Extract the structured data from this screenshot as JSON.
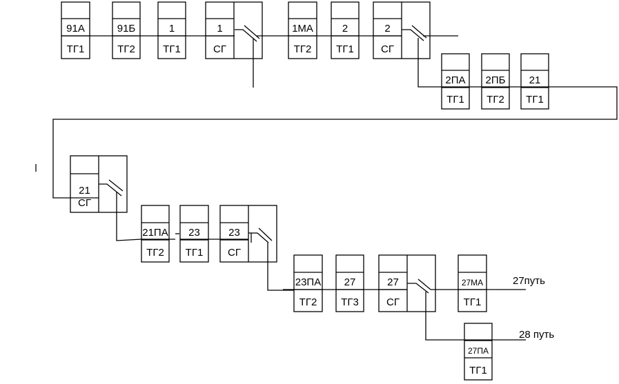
{
  "boxes": [
    {
      "num": "91А",
      "type": "ТГ1"
    },
    {
      "num": "91Б",
      "type": "ТГ2"
    },
    {
      "num": "1",
      "type": "ТГ1"
    },
    {
      "num": "1",
      "type": "СГ"
    },
    {
      "num": "1МА",
      "type": "ТГ2"
    },
    {
      "num": "2",
      "type": "ТГ1"
    },
    {
      "num": "2",
      "type": "СГ"
    },
    {
      "num": "2ПА",
      "type": "ТГ1"
    },
    {
      "num": "2ПБ",
      "type": "ТГ2"
    },
    {
      "num": "21",
      "type": "ТГ1"
    },
    {
      "num": "21",
      "type": "СГ"
    },
    {
      "num": "21ПА",
      "type": "ТГ2"
    },
    {
      "num": "23",
      "type": "ТГ1"
    },
    {
      "num": "23",
      "type": "СГ"
    },
    {
      "num": "23ПА",
      "type": "ТГ2"
    },
    {
      "num": "27",
      "type": "ТГ3"
    },
    {
      "num": "27",
      "type": "СГ"
    },
    {
      "num": "27МА",
      "type": "ТГ1"
    },
    {
      "num": "27ПА",
      "type": "ТГ1"
    }
  ],
  "track_labels": {
    "track27": "27путь",
    "track28": "28 путь"
  }
}
